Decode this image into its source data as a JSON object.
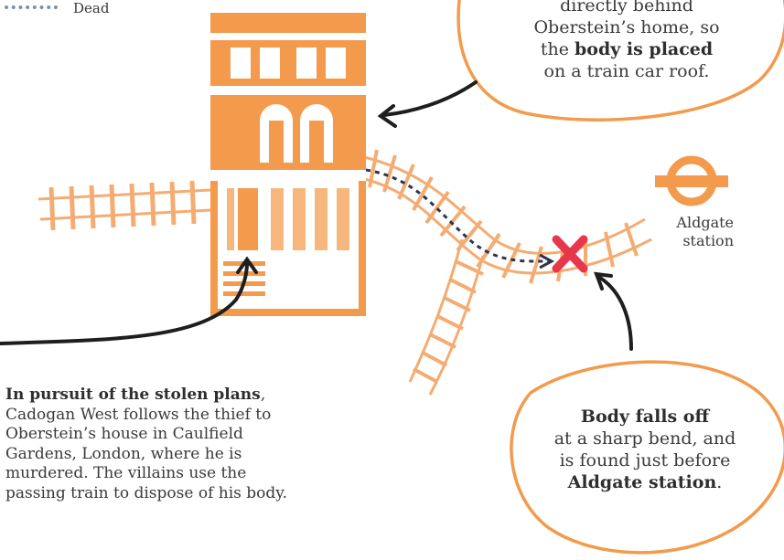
{
  "legend": {
    "dead_label": "Dead"
  },
  "bubble_top": {
    "line1": "directly behind",
    "line2": "Oberstein’s home, so",
    "line3_pre": "the ",
    "line3_bold": "body is placed",
    "line4": "on a train car roof."
  },
  "bubble_bottom": {
    "line1_bold": "Body falls off",
    "line2": "at a sharp bend, and",
    "line3": "is found just before",
    "line4_bold": "Aldgate station",
    "line4_post": "."
  },
  "station": {
    "line1": "Aldgate",
    "line2": "station"
  },
  "intro": {
    "bold": "In pursuit of the stolen plans",
    "text": ", Cadogan West follows the thief to Oberstein’s house in Caulfield Gardens, London, where he is murdered. The villains use the passing train to dispose of his body."
  },
  "colors": {
    "orange": "#f39a4c",
    "orange_light": "#f7b77c",
    "track": "#f4ac72",
    "cross": "#e8364a",
    "arrow": "#1e1e1e",
    "path": "#2c3550"
  }
}
